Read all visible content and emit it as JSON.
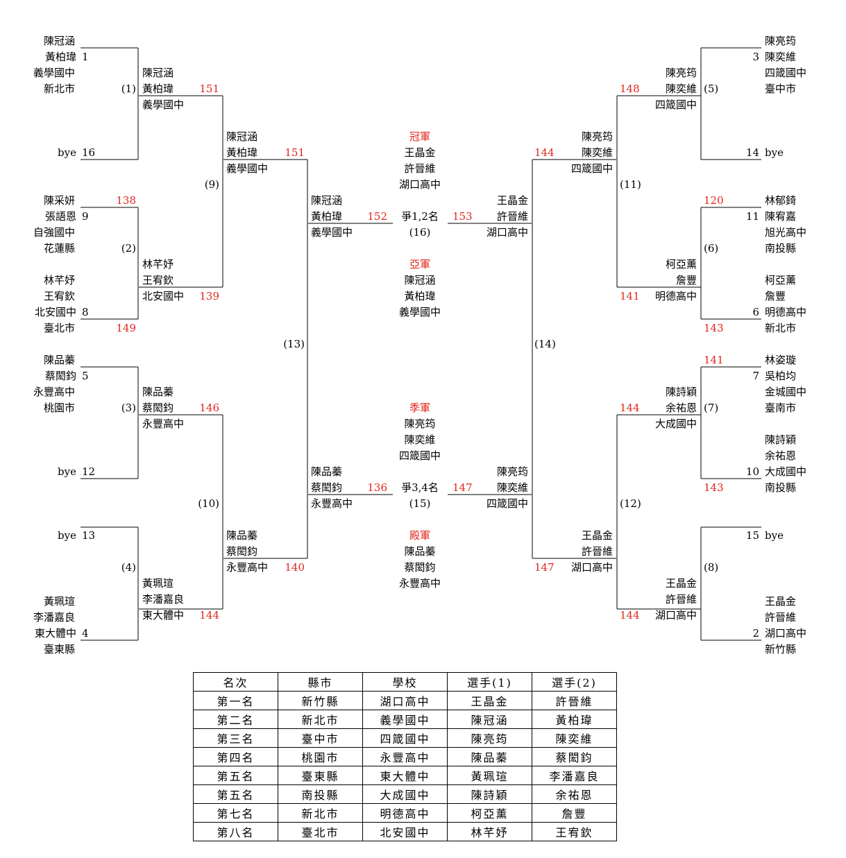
{
  "seeds": [
    {
      "p1": "陳冠涵",
      "p2": "黃柏瑋",
      "school": "義學國中",
      "county": "新北市",
      "num": "1"
    },
    {
      "num": "16",
      "bye": "bye"
    },
    {
      "p1": "陳采妍",
      "p2": "張語恩",
      "school": "自強國中",
      "county": "花蓮縣",
      "num": "9",
      "score": "138"
    },
    {
      "p1": "林芊妤",
      "p2": "王宥欽",
      "school": "北安國中",
      "county": "臺北市",
      "num": "8",
      "score": "149"
    },
    {
      "p1": "陳品蓁",
      "p2": "蔡閎鈞",
      "school": "永豐高中",
      "county": "桃園市",
      "num": "5"
    },
    {
      "num": "12",
      "bye": "bye"
    },
    {
      "num": "13",
      "bye": "bye"
    },
    {
      "p1": "黃珮瑄",
      "p2": "李潘嘉良",
      "school": "東大體中",
      "county": "臺東縣",
      "num": "4"
    },
    {
      "p1": "陳亮筠",
      "p2": "陳奕維",
      "school": "四箴國中",
      "county": "臺中市",
      "num": "3"
    },
    {
      "num": "14",
      "bye": "bye"
    },
    {
      "p1": "林郁錡",
      "p2": "陳宥嘉",
      "school": "旭光高中",
      "county": "南投縣",
      "num": "11",
      "score": "120"
    },
    {
      "p1": "柯亞薰",
      "p2": "詹豐",
      "school": "明德高中",
      "county": "新北市",
      "num": "6",
      "score": "143"
    },
    {
      "p1": "林姿璇",
      "p2": "吳柏均",
      "school": "金城國中",
      "county": "臺南市",
      "num": "7",
      "score": "141"
    },
    {
      "p1": "陳詩穎",
      "p2": "余祐恩",
      "school": "大成國中",
      "county": "南投縣",
      "num": "10",
      "score": "143"
    },
    {
      "num": "15",
      "bye": "bye"
    },
    {
      "p1": "王晶金",
      "p2": "許晉維",
      "school": "湖口高中",
      "county": "新竹縣",
      "num": "2"
    }
  ],
  "r1": [
    {
      "p1": "陳冠涵",
      "p2": "黃柏瑋",
      "school": "義學國中",
      "score": "151"
    },
    {
      "p1": "林芊妤",
      "p2": "王宥欽",
      "school": "北安國中",
      "score": "139"
    },
    {
      "p1": "陳品蓁",
      "p2": "蔡閎鈞",
      "school": "永豐高中",
      "score": "146"
    },
    {
      "p1": "黃珮瑄",
      "p2": "李潘嘉良",
      "school": "東大體中",
      "score": "144"
    },
    {
      "p1": "陳亮筠",
      "p2": "陳奕維",
      "school": "四箴國中",
      "score": "148"
    },
    {
      "p1": "柯亞薰",
      "p2": "詹豐",
      "school": "明德高中",
      "score": "141"
    },
    {
      "p1": "陳詩穎",
      "p2": "余祐恩",
      "school": "大成國中",
      "score": "144"
    },
    {
      "p1": "王晶金",
      "p2": "許晉維",
      "school": "湖口高中",
      "score": "144"
    }
  ],
  "r2": [
    {
      "p1": "陳冠涵",
      "p2": "黃柏瑋",
      "school": "義學國中",
      "score": "151"
    },
    {
      "p1": "陳品蓁",
      "p2": "蔡閎鈞",
      "school": "永豐高中",
      "score": "140"
    },
    {
      "p1": "陳亮筠",
      "p2": "陳奕維",
      "school": "四箴國中",
      "score": "144"
    },
    {
      "p1": "王晶金",
      "p2": "許晉維",
      "school": "湖口高中",
      "score": "147"
    }
  ],
  "semi": [
    {
      "p1": "陳冠涵",
      "p2": "黃柏瑋",
      "school": "義學國中",
      "score": "152"
    },
    {
      "p1": "陳品蓁",
      "p2": "蔡閎鈞",
      "school": "永豐高中",
      "score": "136"
    },
    {
      "p1": "王晶金",
      "p2": "許晉維",
      "school": "湖口高中",
      "score": "153"
    },
    {
      "p1": "陳亮筠",
      "p2": "陳奕維",
      "school": "四箴國中",
      "score": "147"
    }
  ],
  "matches": [
    "(1)",
    "(2)",
    "(3)",
    "(4)",
    "(5)",
    "(6)",
    "(7)",
    "(8)",
    "(9)",
    "(10)",
    "(11)",
    "(12)",
    "(13)",
    "(14)"
  ],
  "final": {
    "label": "爭1,2名",
    "num": "(16)"
  },
  "third": {
    "label": "爭3,4名",
    "num": "(15)"
  },
  "podium": [
    {
      "title": "冠軍",
      "p1": "王晶金",
      "p2": "許晉維",
      "school": "湖口高中"
    },
    {
      "title": "亞軍",
      "p1": "陳冠涵",
      "p2": "黃柏瑋",
      "school": "義學國中"
    },
    {
      "title": "季軍",
      "p1": "陳亮筠",
      "p2": "陳奕維",
      "school": "四箴國中"
    },
    {
      "title": "殿軍",
      "p1": "陳品蓁",
      "p2": "蔡閎鈞",
      "school": "永豐高中"
    }
  ],
  "table": {
    "headers": [
      "名次",
      "縣市",
      "學校",
      "選手(1)",
      "選手(2)"
    ],
    "rows": [
      [
        "第一名",
        "新竹縣",
        "湖口高中",
        "王晶金",
        "許晉維"
      ],
      [
        "第二名",
        "新北市",
        "義學國中",
        "陳冠涵",
        "黃柏瑋"
      ],
      [
        "第三名",
        "臺中市",
        "四箴國中",
        "陳亮筠",
        "陳奕維"
      ],
      [
        "第四名",
        "桃園市",
        "永豐高中",
        "陳品蓁",
        "蔡閎鈞"
      ],
      [
        "第五名",
        "臺東縣",
        "東大體中",
        "黃珮瑄",
        "李潘嘉良"
      ],
      [
        "第五名",
        "南投縣",
        "大成國中",
        "陳詩穎",
        "余祐恩"
      ],
      [
        "第七名",
        "新北市",
        "明德高中",
        "柯亞薰",
        "詹豐"
      ],
      [
        "第八名",
        "臺北市",
        "北安國中",
        "林芊妤",
        "王宥欽"
      ]
    ]
  },
  "colors": {
    "score": "#e1251b",
    "line": "#000000"
  }
}
